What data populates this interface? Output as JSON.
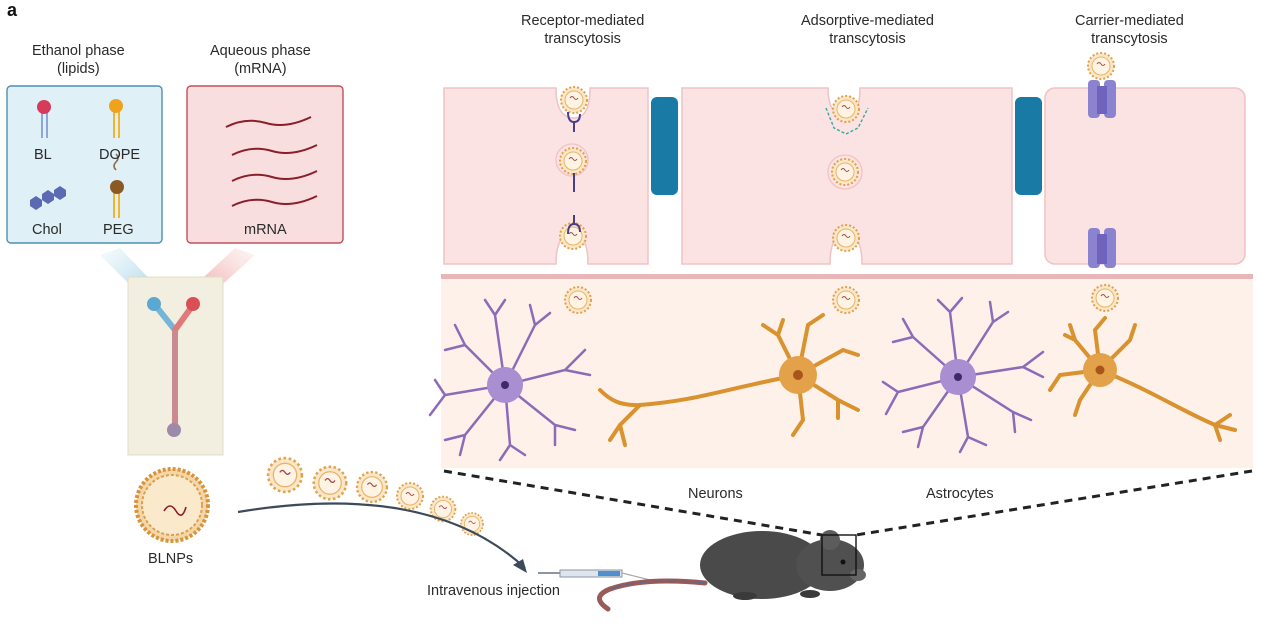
{
  "panel_letter": "a",
  "ethanol_phase": {
    "line1": "Ethanol phase",
    "line2": "(lipids)"
  },
  "aqueous_phase": {
    "line1": "Aqueous phase",
    "line2": "(mRNA)"
  },
  "lipids": {
    "bl": "BL",
    "dope": "DOPE",
    "chol": "Chol",
    "peg": "PEG"
  },
  "mrna_label": "mRNA",
  "blnps_label": "BLNPs",
  "injection_label": "Intravenous injection",
  "transcytosis": {
    "receptor": {
      "line1": "Receptor-mediated",
      "line2": "transcytosis"
    },
    "adsorptive": {
      "line1": "Adsorptive-mediated",
      "line2": "transcytosis"
    },
    "carrier": {
      "line1": "Carrier-mediated",
      "line2": "transcytosis"
    }
  },
  "neurons_label": "Neurons",
  "astrocytes_label": "Astrocytes",
  "colors": {
    "lipid_box_fill": "#dff0f6",
    "lipid_box_stroke": "#4f8fb0",
    "mrna_box_fill": "#f8dede",
    "mrna_box_stroke": "#c0505a",
    "endothelial": "#fbe3e4",
    "brain_bg": "#fdf1ea",
    "tight_junction": "#1a7aa6",
    "astrocyte": "#8c6bb8",
    "neuron": "#d9922e",
    "nanoparticle": "#e8a640"
  }
}
